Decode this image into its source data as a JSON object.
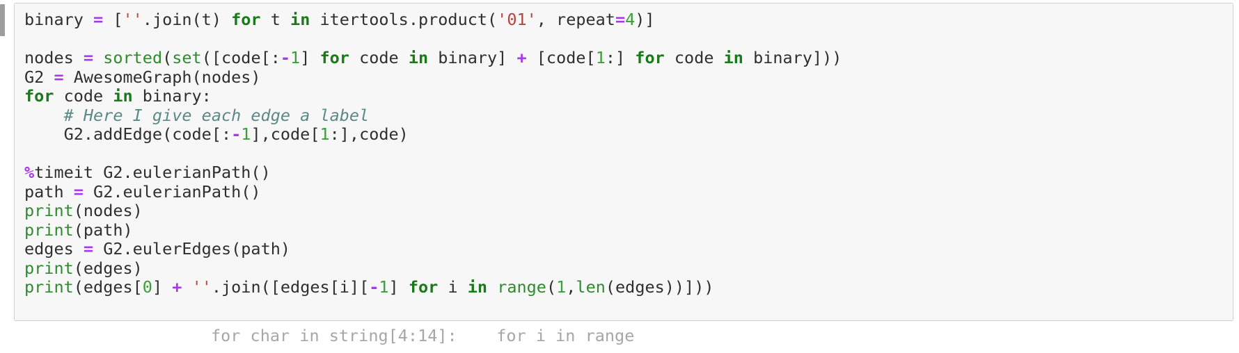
{
  "app": {
    "kind": "jupyter-notebook-code-cell",
    "language": "python"
  },
  "colors": {
    "cell_background": "#f7f7f7",
    "cell_border": "#cfcfcf",
    "page_background": "#ffffff",
    "gutter_bar": "#9e9e9e",
    "text": "#2f2f2f",
    "keyword": "#1a7a1a",
    "builtin": "#2e8b2e",
    "operator": "#a838e8",
    "number": "#37a037",
    "string": "#b5443f",
    "comment": "#5a8a86",
    "magic": "#a838e8"
  },
  "cell": {
    "prompt": "",
    "lines": [
      {
        "id": "line-1",
        "text": "binary = [''.join(t) for t in itertools.product('01', repeat=4)]",
        "tokens": [
          {
            "t": "binary ",
            "c": "plain"
          },
          {
            "t": "=",
            "c": "op"
          },
          {
            "t": " [",
            "c": "plain"
          },
          {
            "t": "''",
            "c": "str2"
          },
          {
            "t": ".join(t) ",
            "c": "plain"
          },
          {
            "t": "for",
            "c": "kw"
          },
          {
            "t": " t ",
            "c": "plain"
          },
          {
            "t": "in",
            "c": "kw"
          },
          {
            "t": " itertools.product(",
            "c": "plain"
          },
          {
            "t": "'01'",
            "c": "str"
          },
          {
            "t": ", repeat",
            "c": "plain"
          },
          {
            "t": "=",
            "c": "op"
          },
          {
            "t": "4",
            "c": "num"
          },
          {
            "t": ")]",
            "c": "plain"
          }
        ]
      },
      {
        "id": "line-2",
        "text": "",
        "tokens": []
      },
      {
        "id": "line-3",
        "text": "nodes = sorted(set([code[:-1] for code in binary] + [code[1:] for code in binary]))",
        "tokens": [
          {
            "t": "nodes ",
            "c": "plain"
          },
          {
            "t": "=",
            "c": "op"
          },
          {
            "t": " ",
            "c": "plain"
          },
          {
            "t": "sorted",
            "c": "builtin"
          },
          {
            "t": "(",
            "c": "plain"
          },
          {
            "t": "set",
            "c": "builtin"
          },
          {
            "t": "([code[:",
            "c": "plain"
          },
          {
            "t": "-",
            "c": "op"
          },
          {
            "t": "1",
            "c": "num"
          },
          {
            "t": "] ",
            "c": "plain"
          },
          {
            "t": "for",
            "c": "kw"
          },
          {
            "t": " code ",
            "c": "plain"
          },
          {
            "t": "in",
            "c": "kw"
          },
          {
            "t": " binary] ",
            "c": "plain"
          },
          {
            "t": "+",
            "c": "op"
          },
          {
            "t": " [code[",
            "c": "plain"
          },
          {
            "t": "1",
            "c": "num"
          },
          {
            "t": ":] ",
            "c": "plain"
          },
          {
            "t": "for",
            "c": "kw"
          },
          {
            "t": " code ",
            "c": "plain"
          },
          {
            "t": "in",
            "c": "kw"
          },
          {
            "t": " binary]))",
            "c": "plain"
          }
        ]
      },
      {
        "id": "line-4",
        "text": "G2 = AwesomeGraph(nodes)",
        "tokens": [
          {
            "t": "G2 ",
            "c": "plain"
          },
          {
            "t": "=",
            "c": "op"
          },
          {
            "t": " AwesomeGraph(nodes)",
            "c": "plain"
          }
        ]
      },
      {
        "id": "line-5",
        "text": "for code in binary:",
        "tokens": [
          {
            "t": "for",
            "c": "kw"
          },
          {
            "t": " code ",
            "c": "plain"
          },
          {
            "t": "in",
            "c": "kw"
          },
          {
            "t": " binary:",
            "c": "plain"
          }
        ]
      },
      {
        "id": "line-6",
        "text": "    # Here I give each edge a label",
        "tokens": [
          {
            "t": "    ",
            "c": "plain"
          },
          {
            "t": "# Here I give each edge a label",
            "c": "comment"
          }
        ]
      },
      {
        "id": "line-7",
        "text": "    G2.addEdge(code[:-1],code[1:],code)",
        "tokens": [
          {
            "t": "    G2.addEdge(code[:",
            "c": "plain"
          },
          {
            "t": "-",
            "c": "op"
          },
          {
            "t": "1",
            "c": "num"
          },
          {
            "t": "],code[",
            "c": "plain"
          },
          {
            "t": "1",
            "c": "num"
          },
          {
            "t": ":],code)",
            "c": "plain"
          }
        ]
      },
      {
        "id": "line-8",
        "text": "",
        "tokens": []
      },
      {
        "id": "line-9",
        "text": "%timeit G2.eulerianPath()",
        "tokens": [
          {
            "t": "%",
            "c": "magic"
          },
          {
            "t": "timeit G2.eulerianPath()",
            "c": "plain"
          }
        ]
      },
      {
        "id": "line-10",
        "text": "path = G2.eulerianPath()",
        "tokens": [
          {
            "t": "path ",
            "c": "plain"
          },
          {
            "t": "=",
            "c": "op"
          },
          {
            "t": " G2.eulerianPath()",
            "c": "plain"
          }
        ]
      },
      {
        "id": "line-11",
        "text": "print(nodes)",
        "tokens": [
          {
            "t": "print",
            "c": "builtin"
          },
          {
            "t": "(nodes)",
            "c": "plain"
          }
        ]
      },
      {
        "id": "line-12",
        "text": "print(path)",
        "tokens": [
          {
            "t": "print",
            "c": "builtin"
          },
          {
            "t": "(path)",
            "c": "plain"
          }
        ]
      },
      {
        "id": "line-13",
        "text": "edges = G2.eulerEdges(path)",
        "tokens": [
          {
            "t": "edges ",
            "c": "plain"
          },
          {
            "t": "=",
            "c": "op"
          },
          {
            "t": " G2.eulerEdges(path)",
            "c": "plain"
          }
        ]
      },
      {
        "id": "line-14",
        "text": "print(edges)",
        "tokens": [
          {
            "t": "print",
            "c": "builtin"
          },
          {
            "t": "(edges)",
            "c": "plain"
          }
        ]
      },
      {
        "id": "line-15",
        "text": "print(edges[0] + ''.join([edges[i][-1] for i in range(1,len(edges))]))",
        "tokens": [
          {
            "t": "print",
            "c": "builtin"
          },
          {
            "t": "(edges[",
            "c": "plain"
          },
          {
            "t": "0",
            "c": "num"
          },
          {
            "t": "] ",
            "c": "plain"
          },
          {
            "t": "+",
            "c": "op"
          },
          {
            "t": " ",
            "c": "plain"
          },
          {
            "t": "''",
            "c": "str2"
          },
          {
            "t": ".join([edges[i][",
            "c": "plain"
          },
          {
            "t": "-",
            "c": "op"
          },
          {
            "t": "1",
            "c": "num"
          },
          {
            "t": "] ",
            "c": "plain"
          },
          {
            "t": "for",
            "c": "kw"
          },
          {
            "t": " i ",
            "c": "plain"
          },
          {
            "t": "in",
            "c": "kw"
          },
          {
            "t": " ",
            "c": "plain"
          },
          {
            "t": "range",
            "c": "builtin"
          },
          {
            "t": "(",
            "c": "plain"
          },
          {
            "t": "1",
            "c": "num"
          },
          {
            "t": ",",
            "c": "plain"
          },
          {
            "t": "len",
            "c": "builtin"
          },
          {
            "t": "(edges))]))",
            "c": "plain"
          }
        ]
      }
    ]
  },
  "below_cell": {
    "partial_text": "                    for char in string[4:14]:    for i in range"
  }
}
